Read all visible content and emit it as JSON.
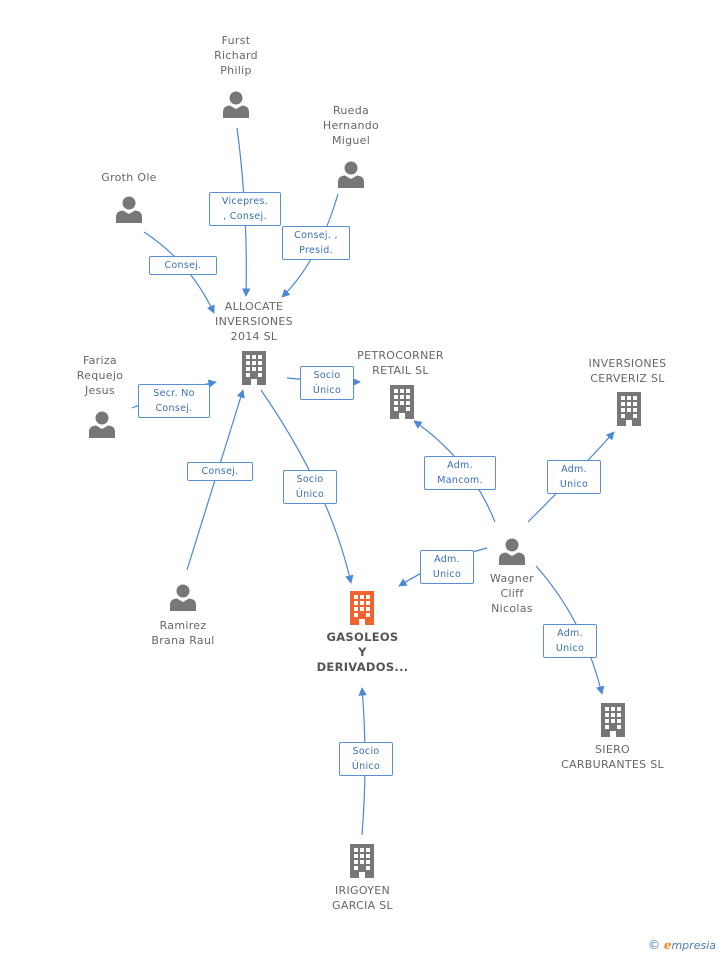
{
  "diagram": {
    "nodes": [
      {
        "id": "furst",
        "kind": "person",
        "label": "Furst\nRichard\nPhilip"
      },
      {
        "id": "rueda",
        "kind": "person",
        "label": "Rueda\nHernando\nMiguel"
      },
      {
        "id": "groth",
        "kind": "person",
        "label": "Groth Ole"
      },
      {
        "id": "allocate",
        "kind": "company",
        "label": "ALLOCATE\nINVERSIONES\n2014 SL"
      },
      {
        "id": "fariza",
        "kind": "person",
        "label": "Fariza\nRequejo\nJesus"
      },
      {
        "id": "petrocorner",
        "kind": "company",
        "label": "PETROCORNER\nRETAIL SL"
      },
      {
        "id": "cerveriz",
        "kind": "company",
        "label": "INVERSIONES\nCERVERIZ SL"
      },
      {
        "id": "wagner",
        "kind": "person",
        "label": "Wagner\nCliff\nNicolas"
      },
      {
        "id": "ramirez",
        "kind": "person",
        "label": "Ramirez\nBrana Raul"
      },
      {
        "id": "gasoleos",
        "kind": "company-focus",
        "label": "GASOLEOS\nY\nDERIVADOS..."
      },
      {
        "id": "siero",
        "kind": "company",
        "label": "SIERO\nCARBURANTES SL"
      },
      {
        "id": "irigoyen",
        "kind": "company",
        "label": "IRIGOYEN\nGARCIA SL"
      }
    ],
    "edges": [
      {
        "from": "furst",
        "to": "allocate",
        "label": "Vicepres.\n, Consej."
      },
      {
        "from": "rueda",
        "to": "allocate",
        "label": "Consej. ,\nPresid."
      },
      {
        "from": "groth",
        "to": "allocate",
        "label": "Consej."
      },
      {
        "from": "fariza",
        "to": "allocate",
        "label": "Secr. No\nConsej."
      },
      {
        "from": "allocate",
        "to": "petrocorner",
        "label": "Socio\nÚnico"
      },
      {
        "from": "ramirez",
        "to": "allocate",
        "label": "Consej."
      },
      {
        "from": "allocate",
        "to": "gasoleos",
        "label": "Socio\nÚnico"
      },
      {
        "from": "wagner",
        "to": "petrocorner",
        "label": "Adm.\nMancom."
      },
      {
        "from": "wagner",
        "to": "cerveriz",
        "label": "Adm.\nUnico"
      },
      {
        "from": "wagner",
        "to": "gasoleos",
        "label": "Adm.\nUnico"
      },
      {
        "from": "wagner",
        "to": "siero",
        "label": "Adm.\nUnico"
      },
      {
        "from": "irigoyen",
        "to": "gasoleos",
        "label": "Socio\nÚnico"
      }
    ],
    "colors": {
      "edge": "#4a88d8",
      "icon": "#777777",
      "focus_icon": "#f0622e"
    }
  },
  "footer": {
    "copyright_symbol": "©",
    "brand_initial": "e",
    "brand_rest": "mpresia"
  }
}
